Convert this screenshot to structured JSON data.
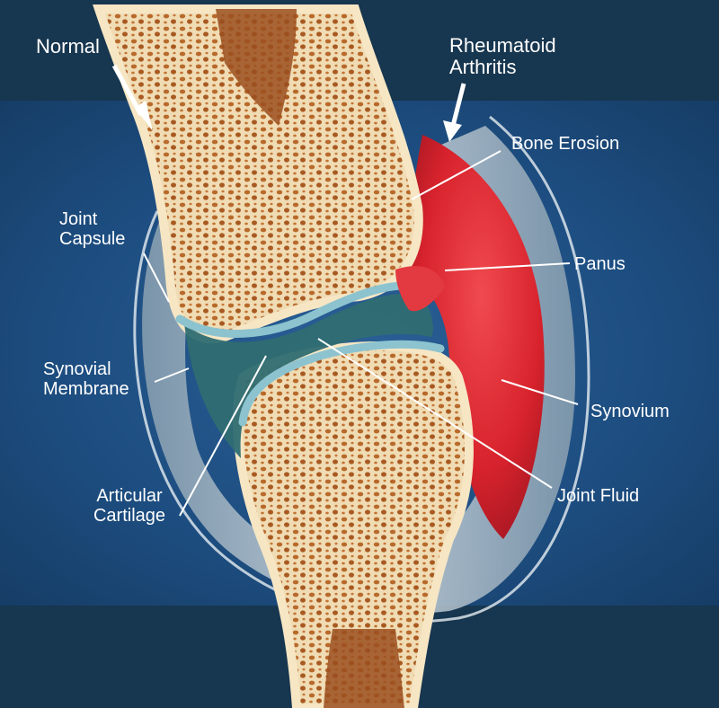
{
  "labels": {
    "normal": "Normal",
    "rheumatoid_line1": "Rheumatoid",
    "rheumatoid_line2": "Arthritis",
    "bone_erosion": "Bone Erosion",
    "joint_capsule_line1": "Joint",
    "joint_capsule_line2": "Capsule",
    "panus": "Panus",
    "synovial_membrane_line1": "Synovial",
    "synovial_membrane_line2": "Membrane",
    "synovium": "Synovium",
    "articular_cartilage_line1": "Articular",
    "articular_cartilage_line2": "Cartilage",
    "joint_fluid": "Joint Fluid"
  },
  "colors": {
    "background_dark": "#17364f",
    "background_blue": "#1d4d80",
    "bone": "#f0dcb4",
    "marrow": "#a0541f",
    "cartilage": "#8cc3cf",
    "synovial_fluid": "#2f6d72",
    "inflamed_synovium": "#d8232d",
    "capsule": "#b7c4cc",
    "label_text": "#ffffff"
  }
}
